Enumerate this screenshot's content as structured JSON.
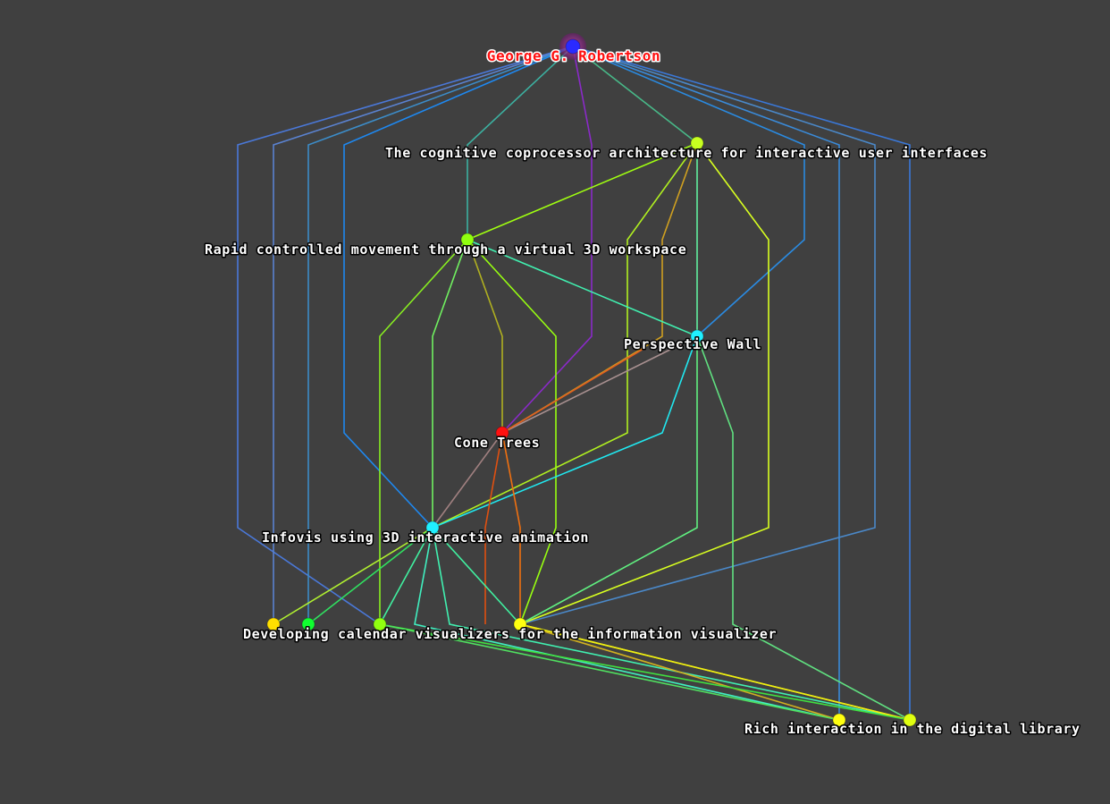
{
  "graph": {
    "nodes": [
      {
        "id": "root",
        "label": "George G. Robertson",
        "color": "#2a2aff",
        "halo": "#b03aa0",
        "root": true
      },
      {
        "id": "cog",
        "label": "The cognitive coprocessor architecture for interactive user interfaces",
        "color": "#c8ff20"
      },
      {
        "id": "rapid",
        "label": "Rapid controlled movement through a virtual 3D workspace",
        "color": "#90ff10"
      },
      {
        "id": "pwall",
        "label": "Perspective Wall",
        "color": "#20f0ff"
      },
      {
        "id": "cone",
        "label": "Cone Trees",
        "color": "#ff1010"
      },
      {
        "id": "infovis",
        "label": "Infovis using 3D interactive animation",
        "color": "#20f0ff"
      },
      {
        "id": "b1",
        "label": "",
        "color": "#ffe000"
      },
      {
        "id": "b2",
        "label": "",
        "color": "#10ff30"
      },
      {
        "id": "b3",
        "label": "",
        "color": "#90ff10"
      },
      {
        "id": "cal",
        "label": "Developing calendar visualizers for the information visualizer",
        "color": "#ffff10"
      },
      {
        "id": "rich1",
        "label": "",
        "color": "#ffff10"
      },
      {
        "id": "rich",
        "label": "Rich interaction in the digital library",
        "color": "#e0ff10"
      }
    ]
  }
}
